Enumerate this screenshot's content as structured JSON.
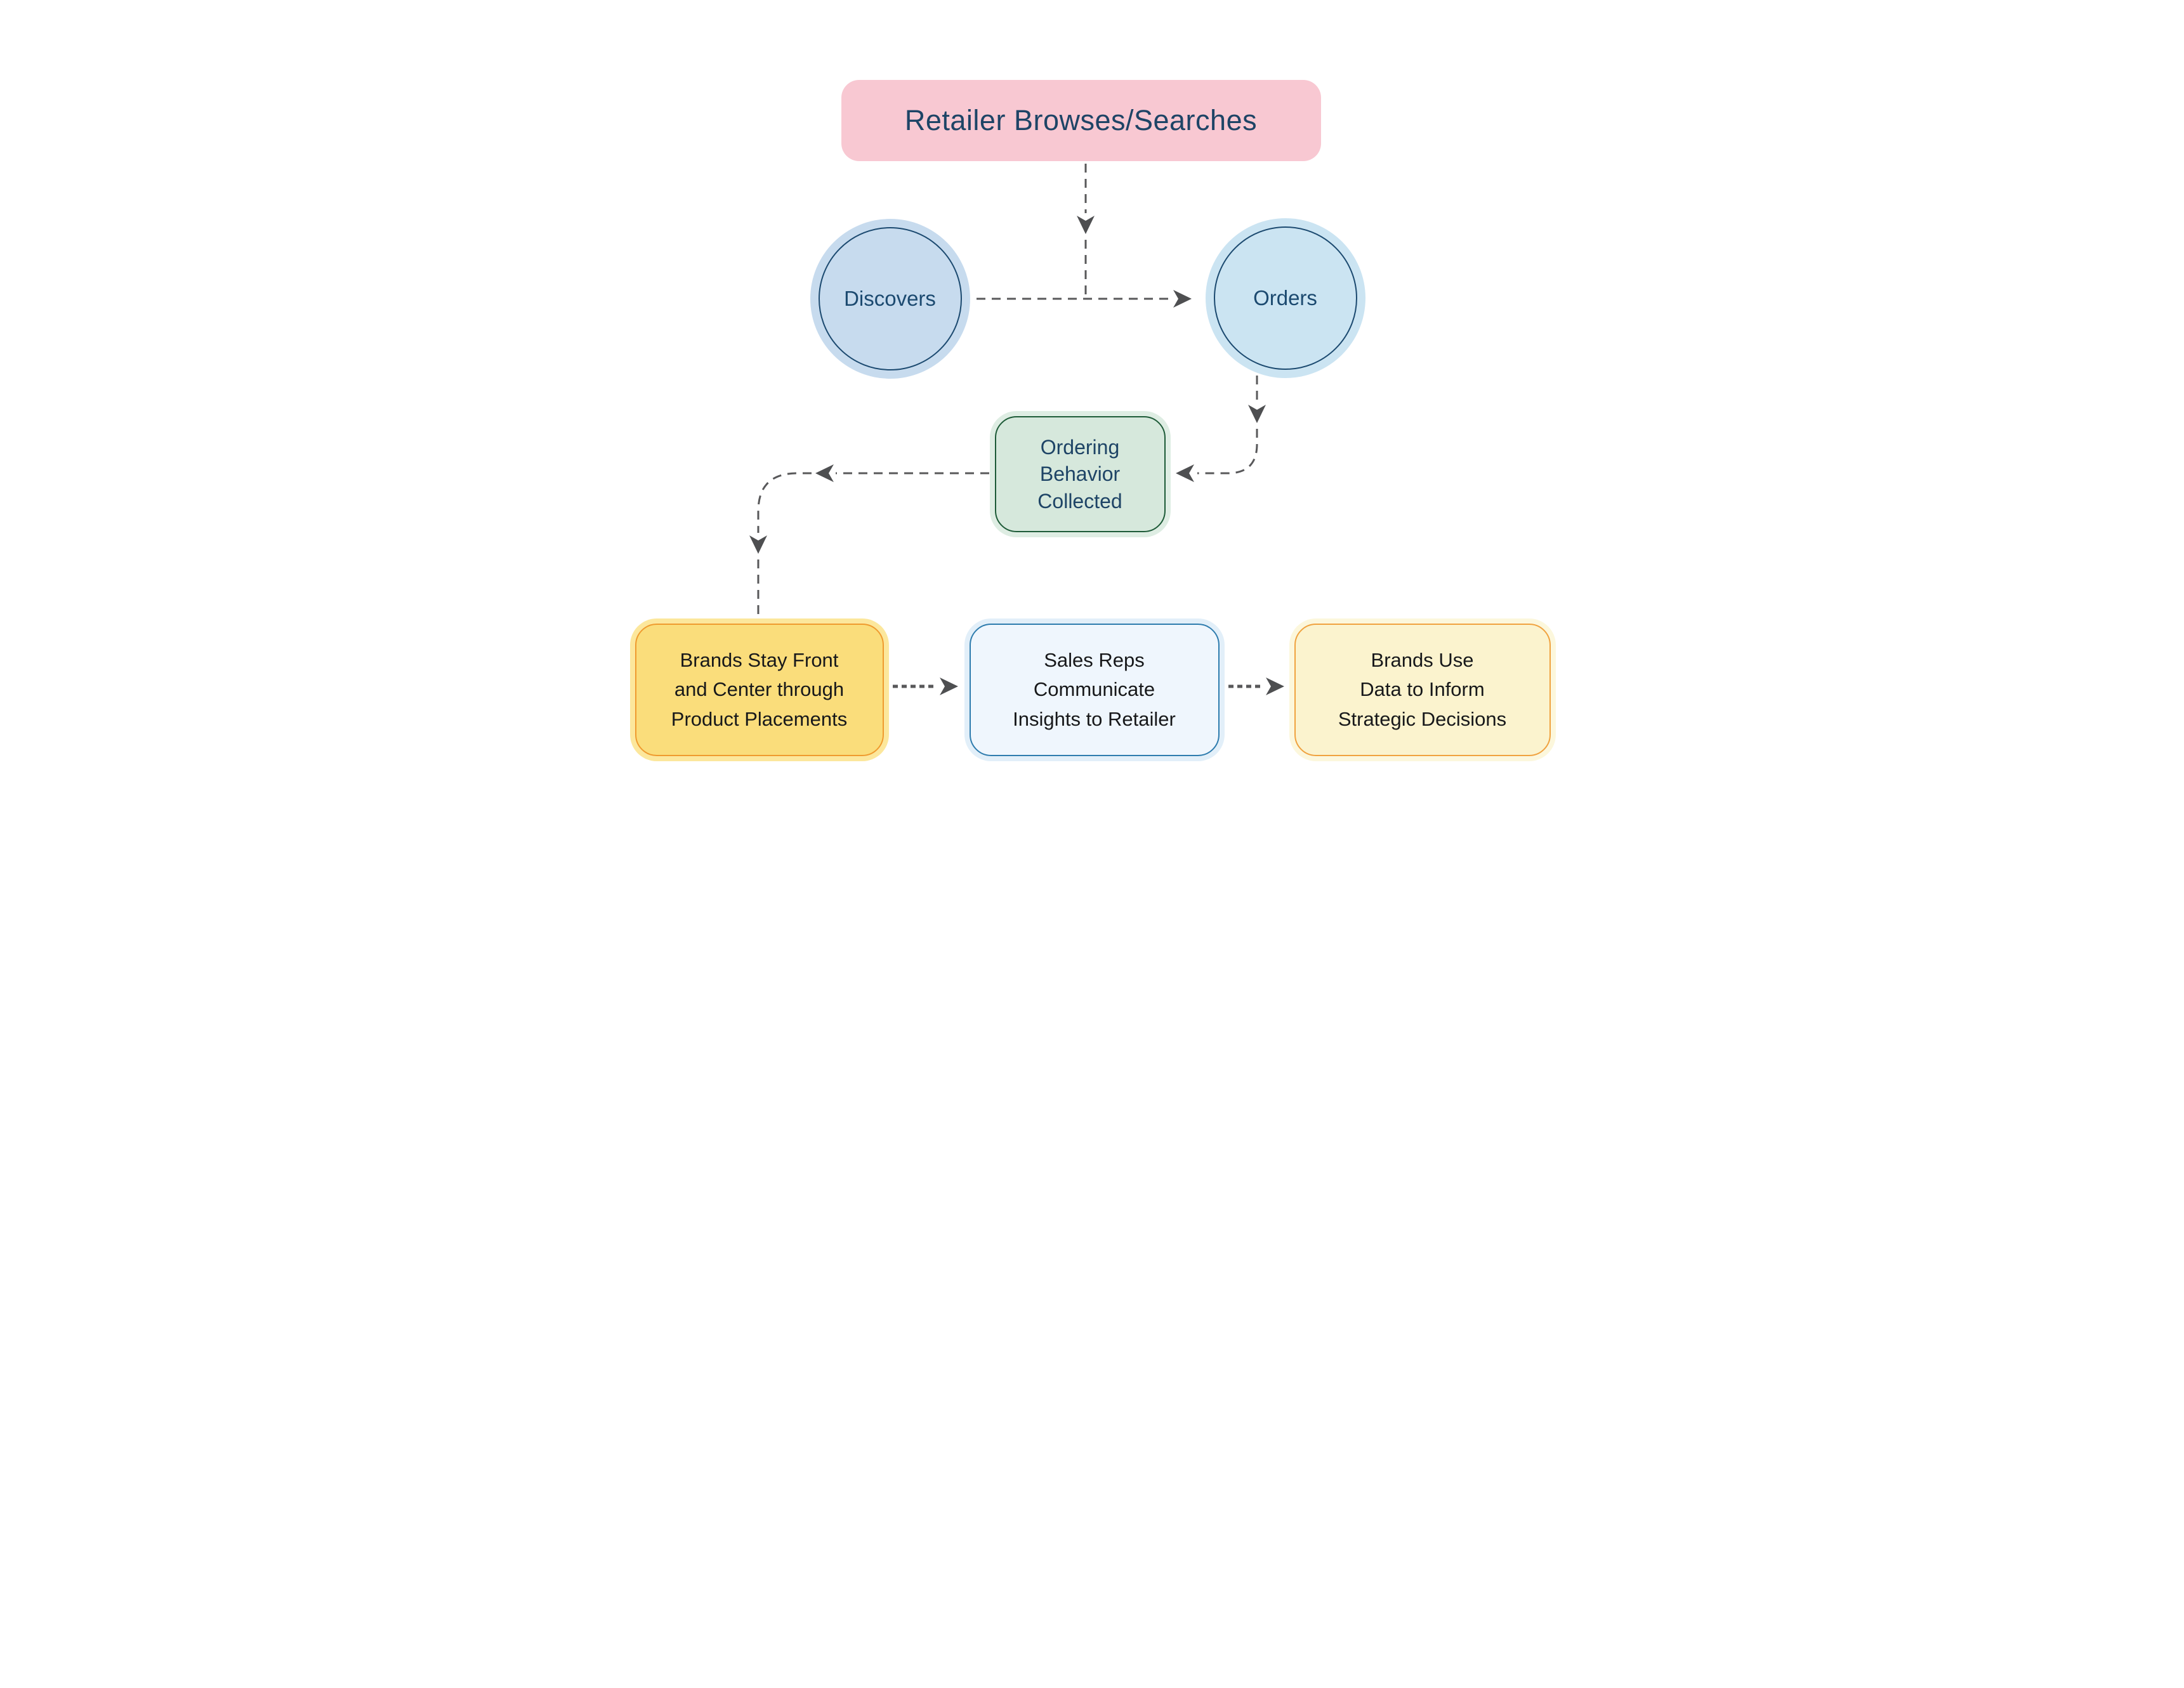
{
  "diagram": {
    "title_box": {
      "label": "Retailer Browses/Searches"
    },
    "circles": {
      "discovers": {
        "label": "Discovers"
      },
      "orders": {
        "label": "Orders"
      }
    },
    "collect_box": {
      "lines": [
        "Ordering",
        "Behavior",
        "Collected"
      ]
    },
    "bottom_boxes": {
      "placements": {
        "lines": [
          "Brands Stay Front",
          "and Center through",
          "Product Placements"
        ]
      },
      "sales_reps": {
        "lines": [
          "Sales Reps",
          "Communicate",
          "Insights to Retailer"
        ]
      },
      "brand_data": {
        "lines": [
          "Brands Use",
          "Data to Inform",
          "Strategic Decisions"
        ]
      }
    },
    "colors": {
      "background": "#FFFFFF",
      "pink-fill": "#F8C8D2",
      "navy-text": "#1E4466",
      "discovers-fill": "#C7DBEE",
      "orders-fill": "#CBE4F2",
      "circle-border": "#1C4A70",
      "green-halo": "#DEEDE3",
      "green-fill": "#D6E8DC",
      "green-border": "#1E5B38",
      "yellow-halo": "#FCE79C",
      "yellow-fill": "#FADD7B",
      "yellow-border": "#EF9B2F",
      "ltblue-halo": "#E2EFF9",
      "ltblue-fill": "#EFF6FD",
      "ltblue-border": "#2E7CAE",
      "paleyellow-halo": "#FCF7DC",
      "paleyellow-fill": "#FBF3CE",
      "paleyellow-border": "#F0A23F",
      "dark-text": "#17181A",
      "connector": "#58585A",
      "arrowhead": "#4E4F51"
    }
  }
}
